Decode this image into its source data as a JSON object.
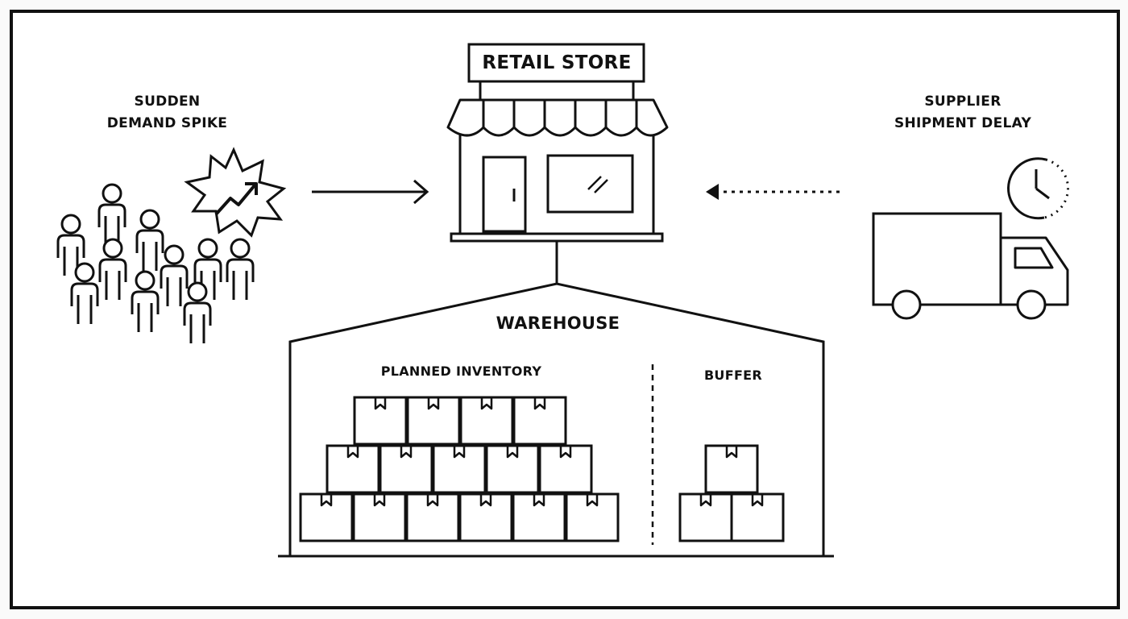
{
  "demand": {
    "line1": "SUDDEN",
    "line2": "DEMAND SPIKE",
    "icon": "people-crowd-icon"
  },
  "store": {
    "title": "RETAIL STORE",
    "icon": "storefront-icon"
  },
  "supplier": {
    "line1": "SUPPLIER",
    "line2": "SHIPMENT DELAY",
    "icon": "delivery-truck-icon"
  },
  "warehouse": {
    "title": "WAREHOUSE",
    "planned_label": "PLANNED INVENTORY",
    "buffer_label": "BUFFER",
    "planned_rows": [
      4,
      5,
      6
    ],
    "buffer_rows": [
      1,
      2
    ]
  },
  "colors": {
    "stroke": "#111111",
    "background": "#ffffff"
  }
}
